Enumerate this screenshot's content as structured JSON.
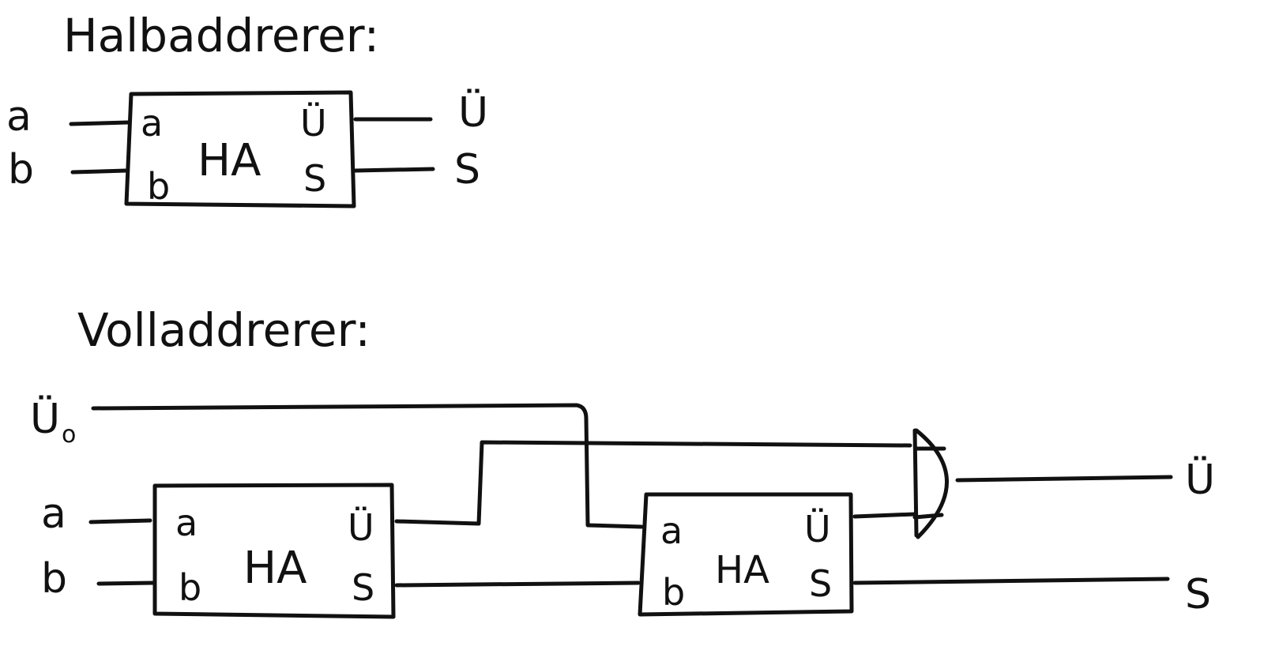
{
  "half_adder": {
    "title": "Halbaddrerer:",
    "block_label": "HA",
    "in_labels": {
      "a": "a",
      "b": "b"
    },
    "ports": {
      "a": "a",
      "b": "b",
      "carry": "Ü",
      "sum": "S"
    },
    "out_labels": {
      "carry": "Ü",
      "sum": "S"
    }
  },
  "full_adder": {
    "title": "Volladdrerer:",
    "carry_in_label": "Ü",
    "carry_in_sub": "o",
    "in_labels": {
      "a": "a",
      "b": "b"
    },
    "ha1": {
      "block_label": "HA",
      "ports": {
        "a": "a",
        "b": "b",
        "carry": "Ü",
        "sum": "S"
      }
    },
    "ha2": {
      "block_label": "HA",
      "ports": {
        "a": "a",
        "b": "b",
        "carry": "Ü",
        "sum": "S"
      }
    },
    "out_labels": {
      "carry": "Ü",
      "sum": "S"
    }
  }
}
